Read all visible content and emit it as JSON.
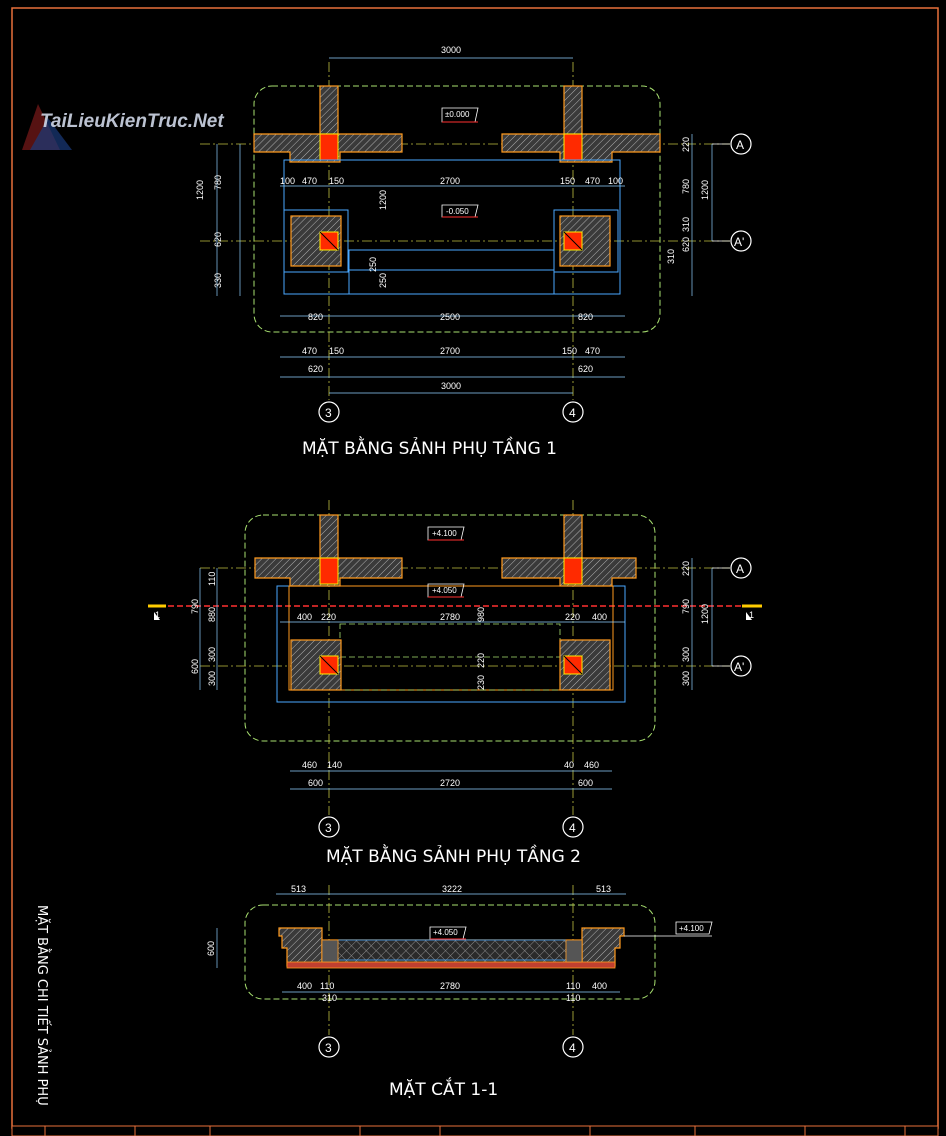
{
  "watermark": {
    "text": "TaiLieuKienTruc.Net"
  },
  "side_title": "MẶT BẰNG CHI TIẾT SẢNH PHỤ",
  "plan1": {
    "title": "MẶT BẰNG SẢNH PHỤ TẦNG 1",
    "level_top": "±0.000",
    "level_bottom": "-0.050",
    "dims": {
      "top": "3000",
      "row1": [
        "100",
        "470",
        "150",
        "2700",
        "150",
        "470",
        "100"
      ],
      "inner": [
        "820",
        "2500",
        "820"
      ],
      "bot1": [
        "470",
        "150",
        "2700",
        "150",
        "470"
      ],
      "bot2": [
        "620",
        "620"
      ],
      "bot3": "3000",
      "left": [
        "1200",
        "780",
        "620",
        "330"
      ],
      "center": [
        "1200",
        "250",
        "250"
      ],
      "right": [
        "220",
        "780",
        "1200",
        "310",
        "620",
        "310"
      ]
    },
    "axes": {
      "a": "A",
      "a2": "A'",
      "c3": "3",
      "c4": "4"
    }
  },
  "plan2": {
    "title": "MẶT BẰNG SẢNH PHỤ TẦNG 2",
    "level_top": "+4.100",
    "level_mid": "+4.050",
    "section_mark": "1",
    "dims": {
      "row1": [
        "400",
        "220",
        "2780",
        "220",
        "400"
      ],
      "bot1": [
        "460",
        "140",
        "40",
        "460"
      ],
      "bot2": [
        "600",
        "2720",
        "600"
      ],
      "left": [
        "110",
        "790",
        "880",
        "300",
        "600",
        "300"
      ],
      "center": [
        "980",
        "230",
        "220"
      ],
      "right": [
        "220",
        "790",
        "1200",
        "300",
        "300"
      ]
    },
    "axes": {
      "a": "A",
      "a2": "A'",
      "c3": "3",
      "c4": "4"
    }
  },
  "section": {
    "title": "MẶT CẮT 1-1",
    "level_top": "+4.100",
    "level_mid": "+4.050",
    "dims": {
      "top": [
        "513",
        "3222",
        "513"
      ],
      "bot": [
        "400",
        "110",
        "2780",
        "110",
        "400"
      ],
      "bot2": [
        "310",
        "110"
      ],
      "left": "600"
    },
    "axes": {
      "c3": "3",
      "c4": "4"
    }
  },
  "colors": {
    "background": "#000000",
    "frame": "#e8703a",
    "wall": "#ff9a1e",
    "column": "#ff2a00",
    "hatch": "#9a9a9a",
    "dim": "#ffffff",
    "outline": "#4aa8ff",
    "boundary": "#a8e070",
    "axis": "#c0c040",
    "section_line": "#ff3030"
  }
}
